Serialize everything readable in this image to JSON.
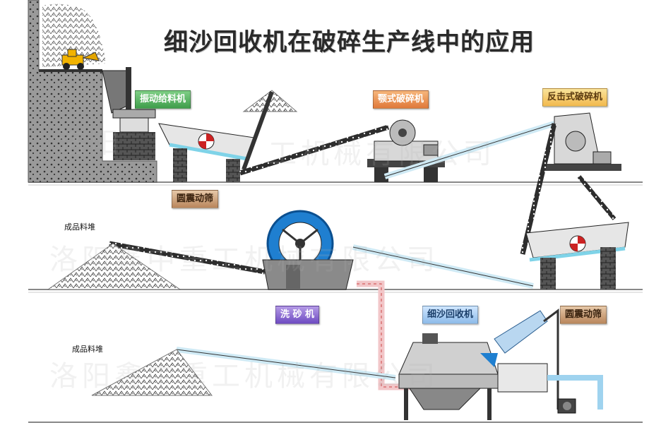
{
  "title": "细沙回收机在破碎生产线中的应用",
  "labels": {
    "vibrating_feeder": "振动给料机",
    "jaw_crusher": "颚式破碎机",
    "impact_crusher": "反击式破碎机",
    "vibrating_screen_top": "圆震动筛",
    "vibrating_screen_mid": "圆震动筛",
    "sand_washer": "洗 砂 机",
    "fine_sand_recycler": "细沙回收机",
    "finished_pile_1": "成品料堆",
    "finished_pile_2": "成品料堆"
  },
  "watermarks": [
    "洛阳",
    "工机械有限公司",
    "洛阳鑫中重工机械有限公司",
    "洛阳鑫中重工机械有限公司"
  ],
  "colors": {
    "conveyor_blue": "#cfeaf5",
    "wheel_blue": "#1f7fd0",
    "pipe_pink": "#f2c6c8",
    "ground": "#999999"
  }
}
